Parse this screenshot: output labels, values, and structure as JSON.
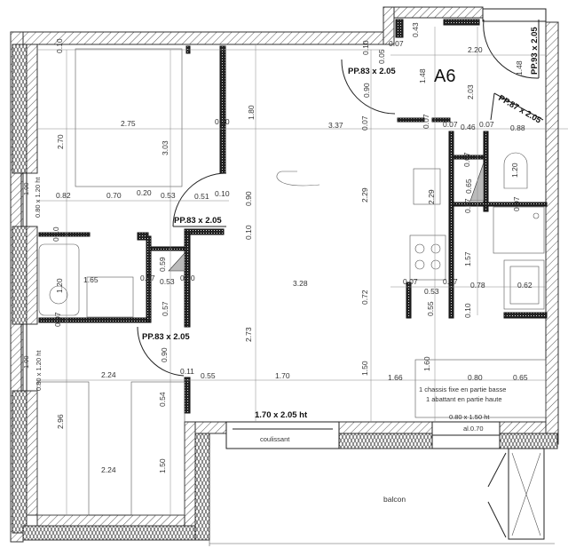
{
  "plan": {
    "unit_name": "A6",
    "labels": [
      "0.10",
      "2.75",
      "2.70",
      "3.03",
      "0.10",
      "1.80",
      "0.10",
      "0.82",
      "0.70",
      "0.20",
      "0.53",
      "0.51",
      "0.10",
      "0.90",
      "0.10",
      "PP.83 x 2.05",
      "1.00",
      "0.80 x 1.20 ht",
      "0.10",
      "1.20",
      "1.65",
      "0.59",
      "0.07",
      "0.53",
      "0.10",
      "0.07",
      "0.57",
      "PP.83 x 2.05",
      "0.90",
      "2.73",
      "2.24",
      "0.11",
      "0.55",
      "1.70",
      "1.00",
      "0.80 x 1.20 ht",
      "2.96",
      "0.54",
      "2.24",
      "1.50",
      "1.70 x 2.05 ht",
      "coulissant",
      "3.37",
      "3.28",
      "0.07",
      "2.29",
      "0.72",
      "1.50",
      "1.66",
      "0.07",
      "0.05",
      "0.43",
      "PP.83 x 2.05",
      "1.48",
      "2.20",
      "2.03",
      "PP.93 x 2.05",
      "1.48",
      "PP.87 x 2.05",
      "0.90",
      "0.07",
      "0.07",
      "0.46",
      "0.07",
      "0.88",
      "0.07",
      "0.65",
      "0.07",
      "0.07",
      "2.29",
      "1.20",
      "1.57",
      "0.07",
      "0.53",
      "0.07",
      "0.78",
      "0.62",
      "0.55",
      "0.10",
      "1.60",
      "0.80",
      "0.65",
      "1 chassis fixe en partie basse",
      "1 abattant en partie haute",
      "0.80 x 1.50 ht",
      "al.0.70",
      "balcon"
    ]
  },
  "colors": {
    "ink": "#222222",
    "hatch": "#555555",
    "fill_grey": "#bbbbbb"
  }
}
